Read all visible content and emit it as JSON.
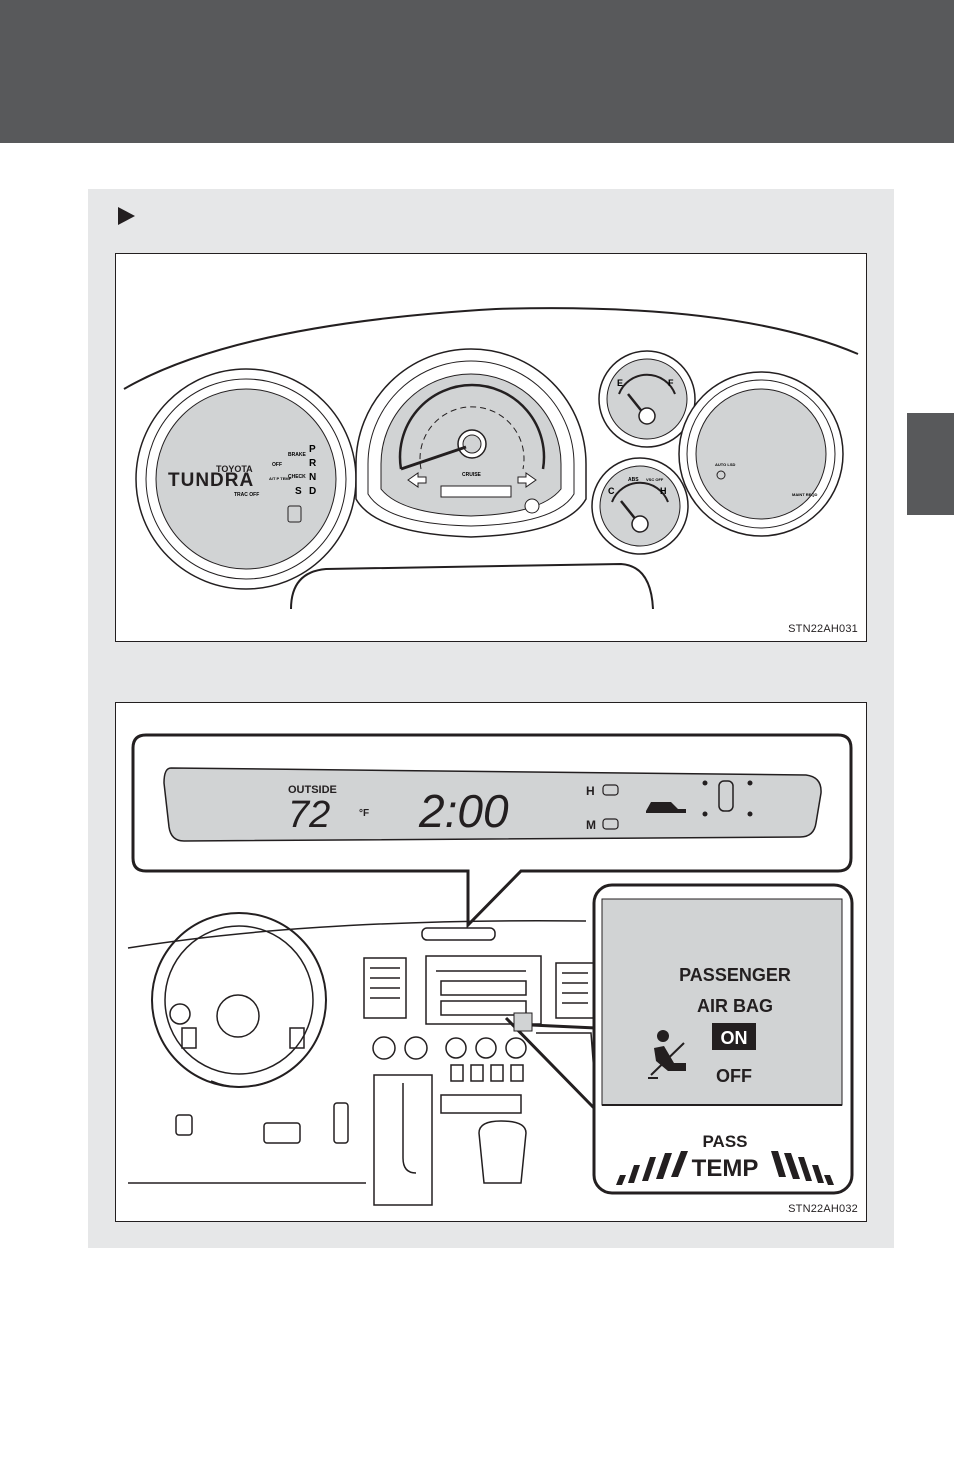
{
  "figure1": {
    "code": "STN22AH031",
    "left_gauge": {
      "brand_top": "TOYOTA",
      "brand": "TUNDRA",
      "gear_positions": [
        "P",
        "R",
        "N",
        "D"
      ],
      "gear_s": "S",
      "labels": {
        "brake": "BRAKE",
        "check": "CHECK",
        "off": "OFF",
        "trac_off": "TRAC OFF",
        "atf_temp": "A/T P TEMP"
      }
    },
    "speedometer": {
      "cruise_label": "CRUISE"
    },
    "fuel_gauge": {
      "empty": "E",
      "full": "F"
    },
    "temp_gauge": {
      "cold": "C",
      "hot": "H",
      "abs": "ABS",
      "vsc": "VSC OFF"
    },
    "right_gauge": {
      "auto_label": "AUTO LSD",
      "maint_label": "MAINT REQD"
    }
  },
  "figure2": {
    "code": "STN22AH032",
    "display": {
      "outside_label": "OUTSIDE",
      "temperature": "72",
      "unit": "°F",
      "time": "2:00",
      "h_label": "H",
      "m_label": "M"
    },
    "airbag_indicator": {
      "line1": "PASSENGER",
      "line2": "AIR BAG",
      "on_label": "ON",
      "off_label": "OFF",
      "pass_label": "PASS",
      "temp_label": "TEMP"
    }
  },
  "colors": {
    "header": "#58595b",
    "panel": "#e6e7e8",
    "gauge_face": "#d1d3d4",
    "line": "#231f20"
  }
}
